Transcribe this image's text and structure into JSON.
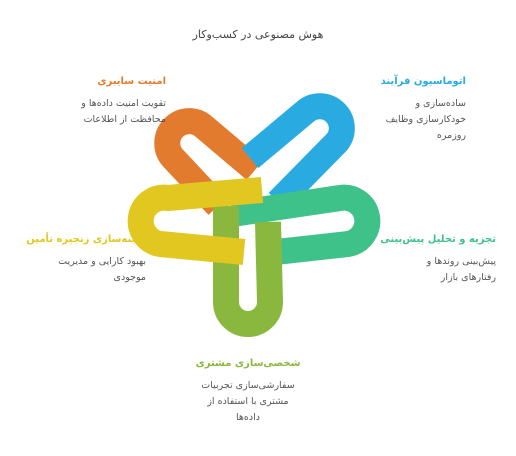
{
  "title": "هوش مصنوعی در کسب‌وکار",
  "items": [
    {
      "id": "automation",
      "heading": "اتوماسیون فرآیند",
      "description": "ساده‌سازی و\nخودکارسازی وظایف\nروزمره",
      "color": "#29abe2"
    },
    {
      "id": "analytics",
      "heading": "تجزیه و تحلیل پیش‌بینی",
      "description": "پیش‌بینی روندها و\nرفتارهای بازار",
      "color": "#3fc18a"
    },
    {
      "id": "personalization",
      "heading": "شخصی‌سازی مشتری",
      "description": "سفارشی‌سازی تجربیات\nمشتری با استفاده از\nداده‌ها",
      "color": "#8ab83e"
    },
    {
      "id": "supply-chain",
      "heading": "بهینه‌سازی زنجیره تأمین",
      "description": "بهبود کارایی و مدیریت\nموجودی",
      "color": "#e1c71f"
    },
    {
      "id": "cybersecurity",
      "heading": "امنیت سایبری",
      "description": "تقویت امنیت داده‌ها و\nمحافظت از اطلاعات",
      "color": "#e27b2d"
    }
  ]
}
